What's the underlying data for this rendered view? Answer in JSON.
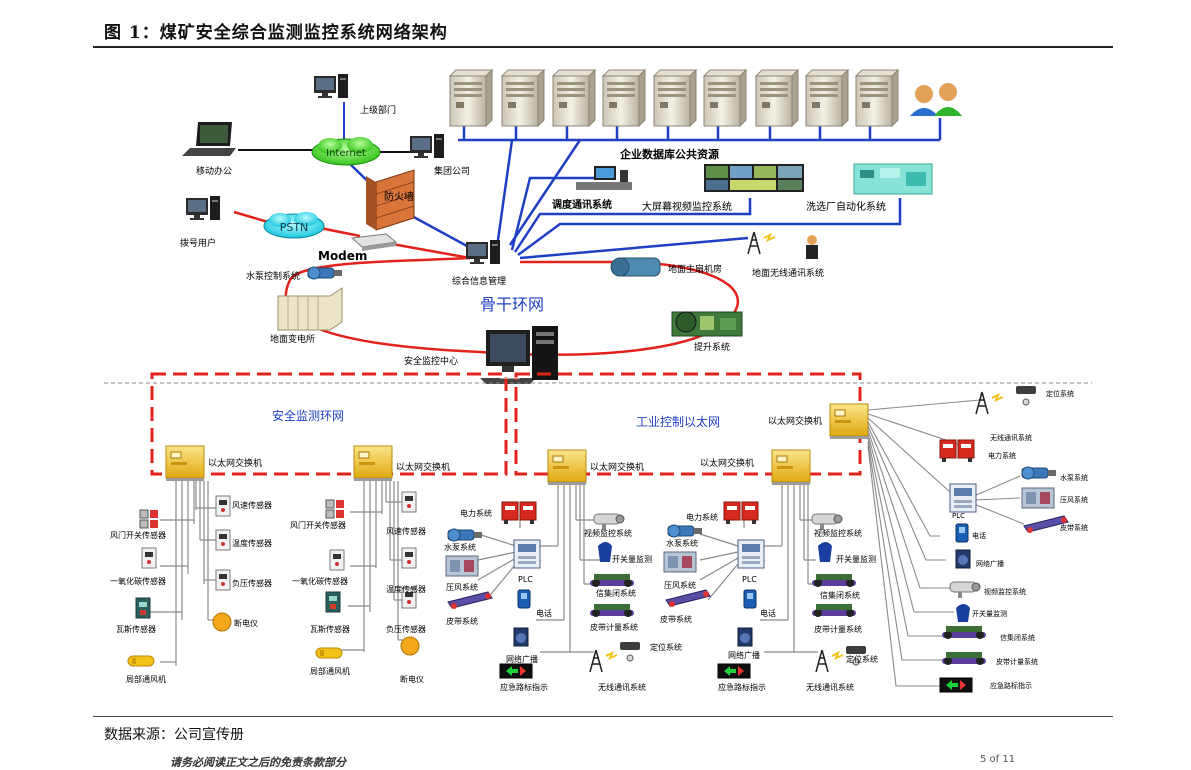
{
  "figure": {
    "title": "图 1：煤矿安全综合监测监控系统网络架构",
    "source": "数据来源：公司宣传册",
    "footer": "请务必阅读正文之后的免责条款部分",
    "footer_right": "5 of 11"
  },
  "colors": {
    "blue": "#1f3fc4",
    "red": "#e3231b",
    "dash_red": "#e3231b",
    "gray": "#8a8a8a",
    "yellow": "#f2c219",
    "green": "#2fb52a",
    "cyan": "#17d3e6"
  },
  "top": {
    "superior": "上级部门",
    "internet": "Internet",
    "group": "集团公司",
    "mobile": "移动办公",
    "firewall": "防火墙",
    "pstn": "PSTN",
    "modem": "Modem",
    "dialup": "拨号用户",
    "db": "企业数据库公共资源",
    "dispatch": "调度通讯系统",
    "bigscreen": "大屏幕视频监控系统",
    "washing": "洗选厂自动化系统",
    "info": "综合信息管理",
    "pump": "水泵控制系统",
    "fan": "地面主扇机房",
    "wireless": "地面无线通讯系统",
    "backbone": "骨干环网",
    "substation": "地面变电所",
    "hoist": "提升系统",
    "center": "安全监控中心"
  },
  "lower": {
    "safety_ring": "安全监测环网",
    "ind_eth": "工业控制以太网",
    "switch": "以太网交换机",
    "s1": {
      "left": [
        "风门开关传感器",
        "一氧化碳传感器",
        "瓦斯传感器",
        "局部通风机"
      ],
      "right": [
        "风速传感器",
        "温度传感器",
        "负压传感器",
        "断电仪"
      ]
    },
    "s2": {
      "left": [
        "风门开关传感器",
        "一氧化碳传感器",
        "瓦斯传感器",
        "局部通风机"
      ],
      "right": [
        "风速传感器",
        "温度传感器",
        "负压传感器",
        "断电仪"
      ]
    },
    "c1": {
      "left": [
        "电力系统",
        "水泵系统",
        "压风系统",
        "皮带系统"
      ],
      "plc": "PLC",
      "right": [
        "视频监控系统",
        "开关量监测",
        "信集闭系统",
        "皮带计量系统"
      ],
      "phone": "电话",
      "broadcast": "网络广播",
      "emergency": "应急路标指示",
      "locate": "定位系统",
      "wireless": "无线通讯系统"
    },
    "c2": {
      "left": [
        "电力系统",
        "水泵系统",
        "压风系统",
        "皮带系统"
      ],
      "plc": "PLC",
      "right": [
        "视频监控系统",
        "开关量监测",
        "信集闭系统",
        "皮带计量系统"
      ],
      "phone": "电话",
      "broadcast": "网络广播",
      "emergency": "应急路标指示",
      "locate": "定位系统",
      "wireless": "无线通讯系统"
    },
    "r": {
      "locate": "定位系统",
      "wireless": "无线通讯系统",
      "power": "电力系统",
      "plc": "PLC",
      "pump": "水泵系统",
      "air": "压风系统",
      "belt": "皮带系统",
      "phone": "电话",
      "broadcast": "网络广播",
      "video": "视频监控系统",
      "switchmon": "开关量监测",
      "signal": "信集闭系统",
      "meter": "皮带计量系统",
      "emergency": "应急路标指示"
    }
  }
}
